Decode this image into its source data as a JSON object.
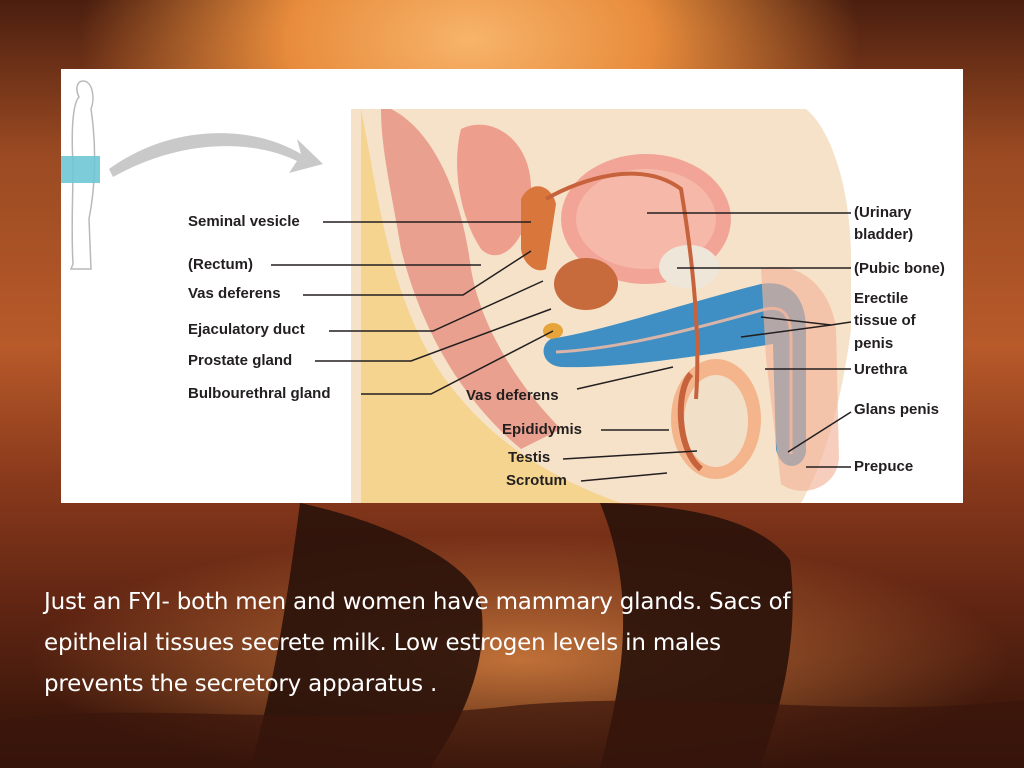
{
  "diagram": {
    "labels": {
      "seminal_vesicle": "Seminal vesicle",
      "rectum": "(Rectum)",
      "vas_deferens_left": "Vas deferens",
      "ejaculatory_duct": "Ejaculatory duct",
      "prostate_gland": "Prostate gland",
      "bulbourethral_gland": "Bulbourethral gland",
      "vas_deferens_center": "Vas deferens",
      "epididymis": "Epididymis",
      "testis": "Testis",
      "scrotum": "Scrotum",
      "urinary_bladder_line1": "(Urinary",
      "urinary_bladder_line2": "bladder)",
      "pubic_bone": "(Pubic bone)",
      "erectile_line1": "Erectile",
      "erectile_line2": "tissue of",
      "erectile_line3": "penis",
      "urethra": "Urethra",
      "glans_penis": "Glans penis",
      "prepuce": "Prepuce"
    },
    "colors": {
      "tissue_pink": "#e9a08e",
      "erectile_blue": "#3f8fc4",
      "locator_cyan": "#6fc6d6",
      "fat_yellow": "#f3c95e"
    }
  },
  "caption": {
    "line1": "Just an FYI- both men and women have mammary glands. Sacs of",
    "line2": "epithelial tissues secrete milk. Low estrogen levels in males",
    "line3": "prevents the secretory apparatus ."
  }
}
